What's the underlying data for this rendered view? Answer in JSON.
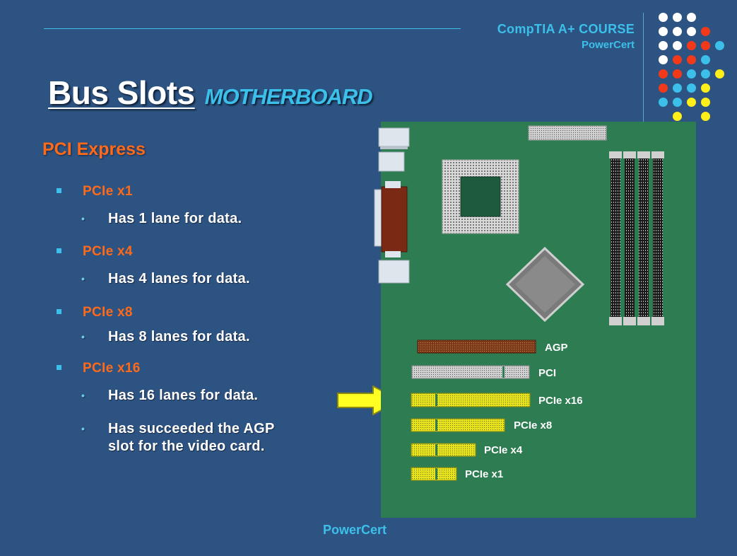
{
  "header": {
    "course_title": "CompTIA A+ COURSE",
    "course_brand": "PowerCert"
  },
  "slide": {
    "title": "Bus Slots",
    "subtitle": "MOTHERBOARD",
    "section": "PCI Express",
    "items": [
      {
        "label": "PCIe x1",
        "details": [
          "Has 1 lane for data."
        ]
      },
      {
        "label": "PCIe x4",
        "details": [
          "Has 4 lanes for data."
        ]
      },
      {
        "label": "PCIe x8",
        "details": [
          "Has 8 lanes for data."
        ]
      },
      {
        "label": "PCIe x16",
        "details": [
          "Has 16 lanes for data.",
          "Has succeeded the AGP",
          "slot for the video card."
        ]
      }
    ]
  },
  "diagram": {
    "slot_labels": {
      "agp": "AGP",
      "pci": "PCI",
      "pcie_x16": "PCIe x16",
      "pcie_x8": "PCIe x8",
      "pcie_x4": "PCIe x4",
      "pcie_x1": "PCIe x1"
    }
  },
  "footer": {
    "brand": "PowerCert"
  },
  "colors": {
    "background": "#2d5382",
    "accent_cyan": "#3cc0ea",
    "accent_orange": "#ff6a1a",
    "board_green": "#2e7d52",
    "pcie_yellow": "#e6e21c",
    "agp_brown": "#7a3a1a",
    "dot_white": "#ffffff",
    "dot_red": "#f23a1a",
    "dot_yellow": "#ffee1a"
  }
}
